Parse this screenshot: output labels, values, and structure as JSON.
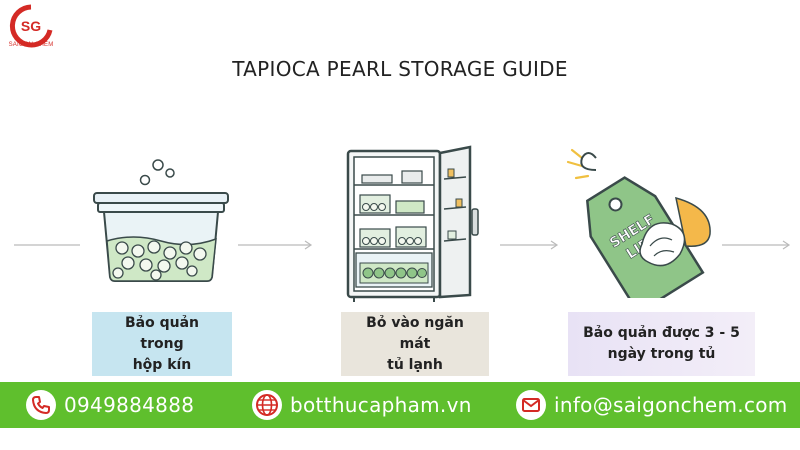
{
  "logo": {
    "initials": "SG",
    "caption": "SAIGON CHEM"
  },
  "title": "TAPIOCA PEARL STORAGE GUIDE",
  "steps": [
    {
      "label_line1": "Bảo quản trong",
      "label_line2": "hộp kín",
      "icon": "sealed-container-icon"
    },
    {
      "label_line1": "Bỏ vào ngăn mát",
      "label_line2": "tủ lạnh",
      "icon": "refrigerator-icon"
    },
    {
      "label_line1": "Bảo quản được 3 - 5",
      "label_line2": "ngày trong tủ",
      "icon": "shelf-life-tag-icon"
    }
  ],
  "tag_text": {
    "line1": "SHELF",
    "line2": "LIFE"
  },
  "footer": {
    "phone": "0949884888",
    "website": "botthucapham.vn",
    "email": "info@saigonchem.com",
    "icons": [
      "phone-icon",
      "globe-icon",
      "email-icon"
    ]
  },
  "colors": {
    "accent_green": "#5fbf2d",
    "logo_red": "#d42a25",
    "pearl_green": "#cfe8c6"
  }
}
